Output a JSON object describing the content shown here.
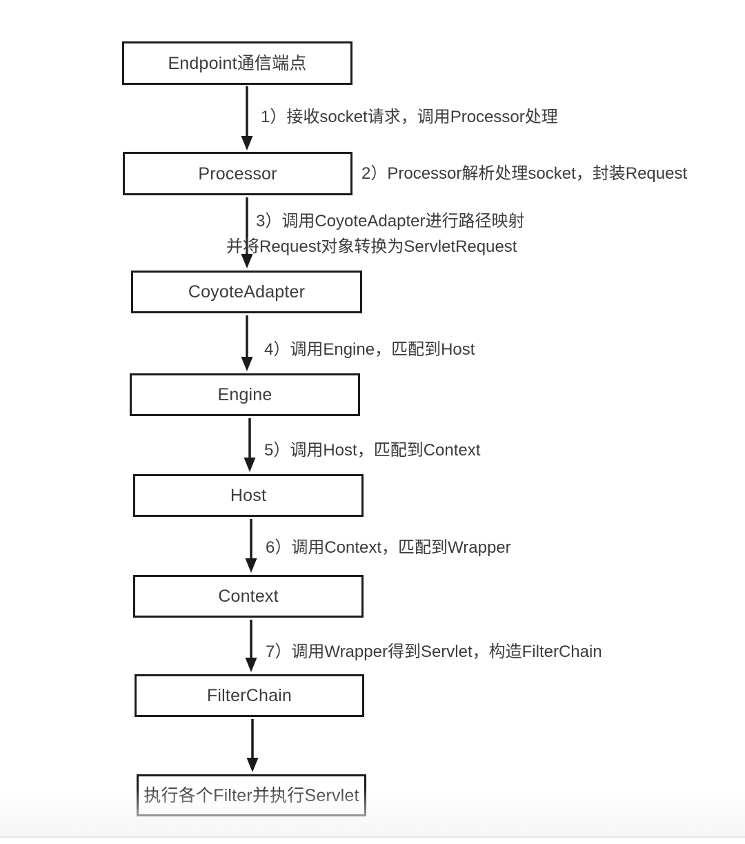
{
  "diagram": {
    "title": "Tomcat request processing flow",
    "colors": {
      "box_border": "#1b1b1b",
      "text": "#3c3c3c",
      "arrow": "#1b1b1b",
      "background": "#ffffff"
    },
    "nodes": [
      {
        "id": "endpoint",
        "label": "Endpoint通信端点"
      },
      {
        "id": "processor",
        "label": "Processor"
      },
      {
        "id": "coyoteadapter",
        "label": "CoyoteAdapter"
      },
      {
        "id": "engine",
        "label": "Engine"
      },
      {
        "id": "host",
        "label": "Host"
      },
      {
        "id": "context",
        "label": "Context"
      },
      {
        "id": "filterchain",
        "label": "FilterChain"
      },
      {
        "id": "execute",
        "label": "执行各个Filter并执行Servlet"
      }
    ],
    "edges": [
      {
        "id": "e1",
        "from": "endpoint",
        "to": "processor",
        "lines": [
          "1）接收socket请求，调用Processor处理"
        ]
      },
      {
        "id": "e2",
        "from": "processor",
        "to": "coyoteadapter",
        "lines": [
          "3）调用CoyoteAdapter进行路径映射",
          "并将Request对象转换为ServletRequest"
        ]
      },
      {
        "id": "e3",
        "from": "coyoteadapter",
        "to": "engine",
        "lines": [
          "4）调用Engine，匹配到Host"
        ]
      },
      {
        "id": "e4",
        "from": "engine",
        "to": "host",
        "lines": [
          "5）调用Host，匹配到Context"
        ]
      },
      {
        "id": "e5",
        "from": "host",
        "to": "context",
        "lines": [
          "6）调用Context，匹配到Wrapper"
        ]
      },
      {
        "id": "e6",
        "from": "context",
        "to": "filterchain",
        "lines": [
          "7）调用Wrapper得到Servlet，构造FilterChain"
        ]
      },
      {
        "id": "e7",
        "from": "filterchain",
        "to": "execute",
        "lines": []
      }
    ],
    "side_notes": [
      {
        "id": "n2",
        "anchor": "processor",
        "text": "2）Processor解析处理socket，封装Request"
      }
    ]
  }
}
